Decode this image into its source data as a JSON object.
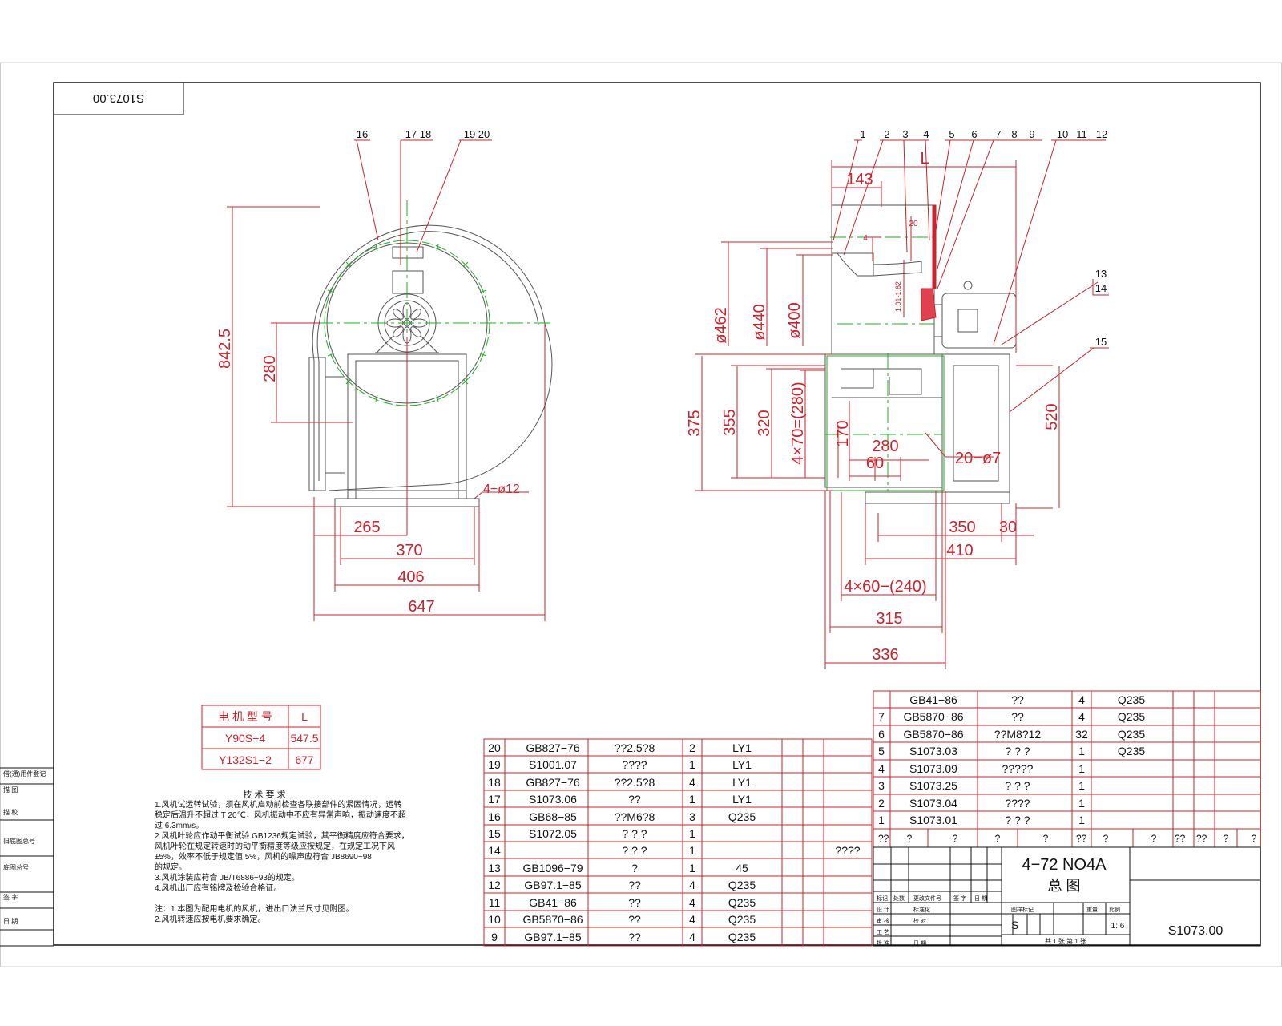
{
  "colors": {
    "red": "#d0202a",
    "green": "#18b418",
    "black": "#111111",
    "ink": "#555555"
  },
  "drawing_number": "S1073.00",
  "drawing_number_mirrored": "S1073.00",
  "front_view": {
    "balloons": [
      "16",
      "17 18",
      "19 20"
    ],
    "dims": {
      "height_total": "842.5",
      "height_280": "280",
      "w265": "265",
      "w370": "370",
      "w406": "406",
      "w647": "647",
      "holes": "4−ø12"
    }
  },
  "side_view": {
    "balloons": [
      "1",
      "2",
      "3",
      "4",
      "5",
      "6",
      "7",
      "8",
      "9",
      "10",
      "11",
      "12",
      "13",
      "14",
      "15"
    ],
    "dims": {
      "L": "L",
      "d143": "143",
      "d20": "20",
      "d4": "4",
      "gap": "1.01-1.62",
      "d462": "ø462",
      "d440": "ø440",
      "d400": "ø400",
      "d375": "375",
      "d355": "355",
      "d320": "320",
      "d4x70": "4×70=(280)",
      "d170": "170",
      "d280": "280",
      "d60": "60",
      "d20_7": "20−ø7",
      "d520": "520",
      "d350": "350",
      "d30": "30",
      "d410": "410",
      "d4x60": "4×60−(240)",
      "d315": "315",
      "d336": "336"
    }
  },
  "motor_table": {
    "header": [
      "电 机 型 号",
      "L"
    ],
    "rows": [
      [
        "Y90S−4",
        "547.5"
      ],
      [
        "Y132S1−2",
        "677"
      ]
    ]
  },
  "tech_requirements": {
    "title": "技 术 要 求",
    "lines": [
      "1.风机试运转试验，须在风机启动前检查各联接部件的紧固情况，运转",
      "  稳定后温升不超过 T 20℃，风机振动中不应有异常声响，振动速度不超",
      "  过 6.3mm/s。",
      "2.风机叶轮应作动平衡试验 GB1236规定试验，其平衡精度应符合要求，",
      "  风机叶轮在规定转速时的动平衡精度等级应按规定，在规定工况下风",
      "  ±5%，效率不低于规定值 5%，风机的噪声应符合 JB8690−98",
      "  的规定。",
      "3.风机涂装应符合 JB/T6886−93的规定。",
      "4.风机出厂应有铭牌及检验合格证。",
      "",
      "注：1.本图为配用电机的风机，进出口法兰尺寸见附图。",
      "    2.风机转速应按电机要求确定。"
    ]
  },
  "side_stamp": {
    "rows": [
      "借(通)用件登记",
      "描  图",
      "描  校",
      "旧底图总号",
      "底图总号",
      "签  字",
      "日  期"
    ]
  },
  "bom_left": {
    "rows": [
      [
        "20",
        "GB827−76",
        "??2.5?8",
        "2",
        "LY1",
        ""
      ],
      [
        "19",
        "S1001.07",
        "????",
        "1",
        "LY1",
        ""
      ],
      [
        "18",
        "GB827−76",
        "??2.5?8",
        "4",
        "LY1",
        ""
      ],
      [
        "17",
        "S1073.06",
        "??",
        "1",
        "LY1",
        ""
      ],
      [
        "16",
        "GB68−85",
        "??M6?8",
        "3",
        "Q235",
        ""
      ],
      [
        "15",
        "S1072.05",
        "? ? ?",
        "1",
        "",
        ""
      ],
      [
        "14",
        "",
        "? ? ?",
        "1",
        "",
        "????"
      ],
      [
        "13",
        "GB1096−79",
        "?",
        "1",
        "45",
        ""
      ],
      [
        "12",
        "GB97.1−85",
        "??",
        "4",
        "Q235",
        ""
      ],
      [
        "11",
        "GB41−86",
        "??",
        "4",
        "Q235",
        ""
      ],
      [
        "10",
        "GB5870−86",
        "??",
        "4",
        "Q235",
        ""
      ],
      [
        "9",
        "GB97.1−85",
        "??",
        "4",
        "Q235",
        ""
      ]
    ]
  },
  "bom_right": {
    "rows": [
      [
        "",
        "GB41−86",
        "??",
        "4",
        "Q235"
      ],
      [
        "7",
        "GB5870−86",
        "??",
        "4",
        "Q235"
      ],
      [
        "6",
        "GB5870−86",
        "??M8?12",
        "32",
        "Q235"
      ],
      [
        "5",
        "S1073.03",
        "? ? ?",
        "1",
        "Q235"
      ],
      [
        "4",
        "S1073.09",
        "?????",
        "1",
        ""
      ],
      [
        "3",
        "S1073.25",
        "? ? ?",
        "1",
        ""
      ],
      [
        "2",
        "S1073.04",
        "????",
        "1",
        ""
      ],
      [
        "1",
        "S1073.01",
        "? ? ?",
        "1",
        ""
      ]
    ],
    "header": [
      "??",
      "?",
      "?",
      "?",
      "?",
      "??",
      "?",
      "?",
      "??",
      "??",
      "?",
      "?"
    ]
  },
  "title_block": {
    "model": "4−72 NO4A",
    "name": "总  图",
    "stage": "S",
    "scale": "1: 6",
    "sheet": "共  1  张  第  1  张",
    "drawing_number": "S1073.00",
    "row_labels": [
      "标记",
      "处数",
      "更改文件号",
      "签  字",
      "日  期"
    ],
    "small": [
      "设  计",
      "标准化",
      "图样标记",
      "重量",
      "比例",
      "审  核",
      "校  对",
      "工  艺",
      "批  准",
      "日 期"
    ]
  }
}
